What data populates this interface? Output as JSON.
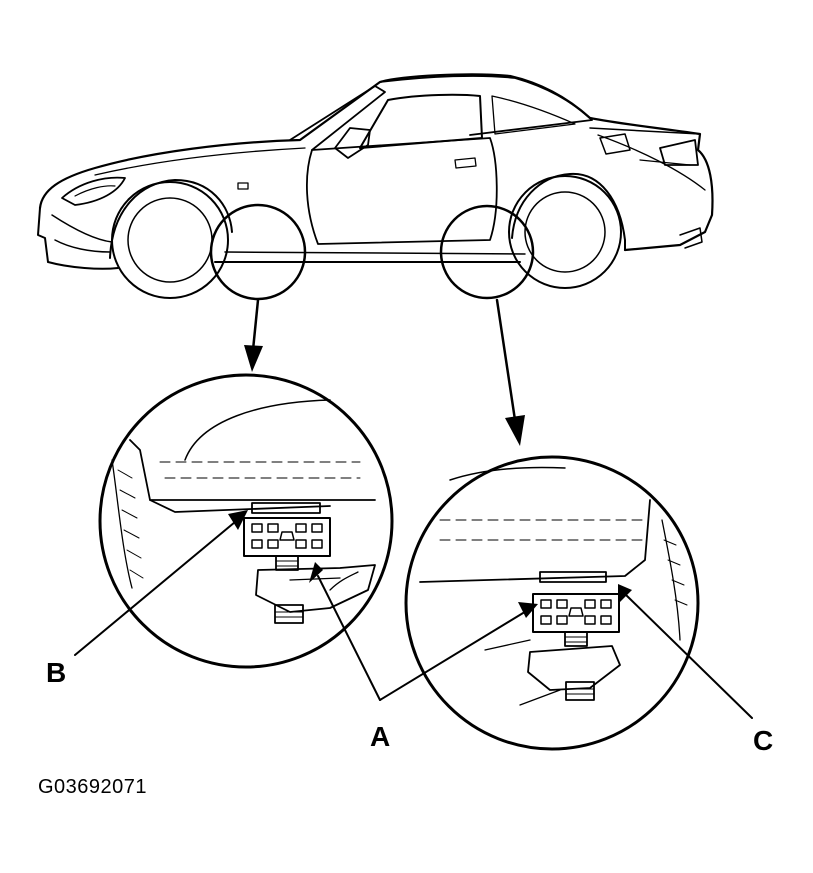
{
  "figure": {
    "id_label": "G03692071",
    "callouts": {
      "a": "A",
      "b": "B",
      "c": "C"
    }
  },
  "colors": {
    "line": "#000000",
    "background": "#ffffff"
  }
}
